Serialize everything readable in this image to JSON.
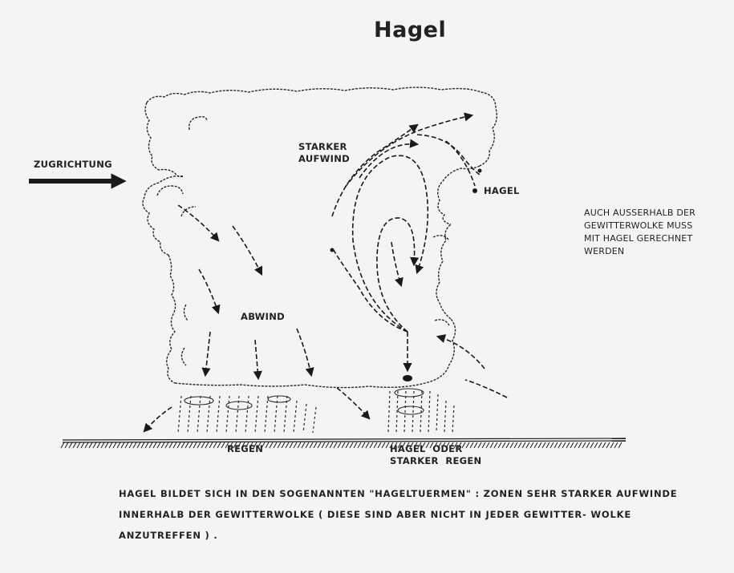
{
  "title": "Hagel",
  "labels": {
    "direction": "ZUGRICHTUNG",
    "updraft_line1": "STARKER",
    "updraft_line2": "AUFWIND",
    "hail": "HAGEL",
    "downdraft": "ABWIND",
    "rain": "REGEN",
    "hail_or_rain_line1": "HAGEL  ODER",
    "hail_or_rain_line2": "STARKER  REGEN"
  },
  "side_note": "AUCH AUSSERHALB DER\nGEWITTERWOLKE MUSS\nMIT HAGEL GERECHNET\nWERDEN",
  "caption": "HAGEL BILDET SICH IN DEN SOGENANNTEN \"HAGELTUERMEN\" :  ZONEN SEHR STARKER AUFWINDE INNERHALB DER GEWITTERWOLKE ( DIESE SIND ABER NICHT IN JEDER GEWITTER- WOLKE ANZUTREFFEN ) ."
}
